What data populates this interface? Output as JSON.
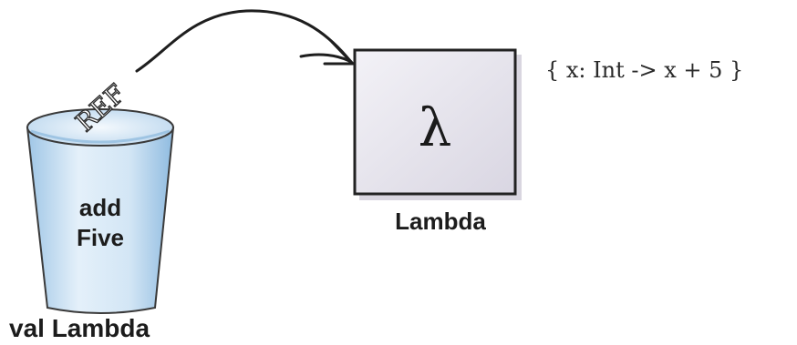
{
  "variable": {
    "name_line1": "add",
    "name_line2": "Five",
    "type_label": "val Lambda"
  },
  "reference": {
    "label": "REF"
  },
  "object": {
    "symbol": "λ",
    "type_label": "Lambda",
    "code": "{ x: Int -> x + 5 }"
  },
  "colors": {
    "cup_fill": "#cfe3f2",
    "cup_stroke": "#3a3a3a",
    "box_fill": "#e9e7ef",
    "box_stroke": "#222222",
    "arrow": "#1e1e1e"
  }
}
